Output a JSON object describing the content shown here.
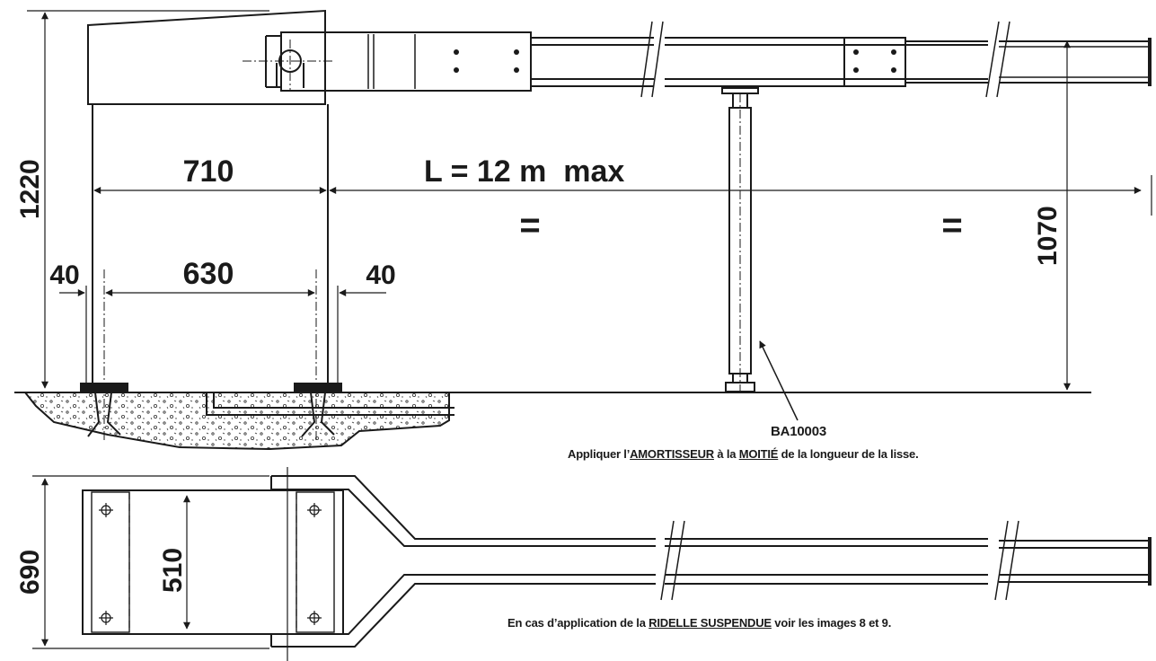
{
  "dimensions": {
    "height_total": "1220",
    "width_outer": "710",
    "length": "L = 12 m  max",
    "equal_left": "=",
    "equal_right": "=",
    "offset_left": "40",
    "width_inner": "630",
    "offset_right": "40",
    "arm_height": "1070",
    "plan_width": "690",
    "plan_inner": "510"
  },
  "notes": {
    "reference": "BA10003",
    "damper": {
      "prefix": "Appliquer l’",
      "term1": "AMORTISSEUR",
      "middle": " à la ",
      "term2": "MOITIÉ",
      "suffix": " de la longueur de la lisse."
    },
    "skirt": {
      "prefix": "En cas d’application de la ",
      "term": "RIDELLE SUSPENDUE",
      "suffix": " voir les images 8 et 9."
    }
  }
}
